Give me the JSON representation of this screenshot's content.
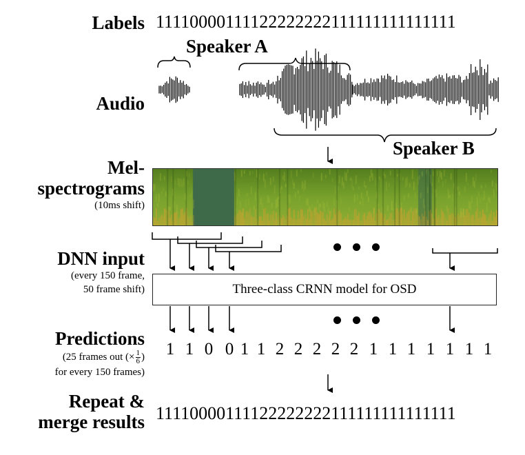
{
  "labels_row": {
    "title": "Labels",
    "sequence": "11110000111122222222111111111111111"
  },
  "audio_row": {
    "title": "Audio",
    "speaker_a": "Speaker A",
    "speaker_b": "Speaker B"
  },
  "mel_row": {
    "title_line1": "Mel-",
    "title_line2": "spectrograms",
    "note": "(10ms shift)"
  },
  "dnn_row": {
    "title": "DNN input",
    "note_line1": "(every 150 frame,",
    "note_line2": "50 frame shift)"
  },
  "model": {
    "label": "Three-class CRNN model for OSD"
  },
  "predictions_row": {
    "title": "Predictions",
    "note_line1_prefix": "(25 frames out (×",
    "note_frac_num": "1",
    "note_frac_den": "6",
    "note_line1_suffix": ")",
    "note_line2": "for every 150 frames)",
    "digits": [
      "1",
      "1",
      "0",
      "0",
      "1",
      "1",
      "2",
      "2",
      "2",
      "2",
      "2",
      "1",
      "1",
      "1",
      "1",
      "1",
      "1",
      "1"
    ]
  },
  "merge_row": {
    "title_line1": "Repeat &",
    "title_line2": "merge results",
    "sequence": "11110000111122222222111111111111111"
  },
  "colors": {
    "spectrogram_green": "#6a9a2a",
    "spectrogram_dark": "#3f6a4a",
    "spectrogram_orange": "#d8a030"
  }
}
